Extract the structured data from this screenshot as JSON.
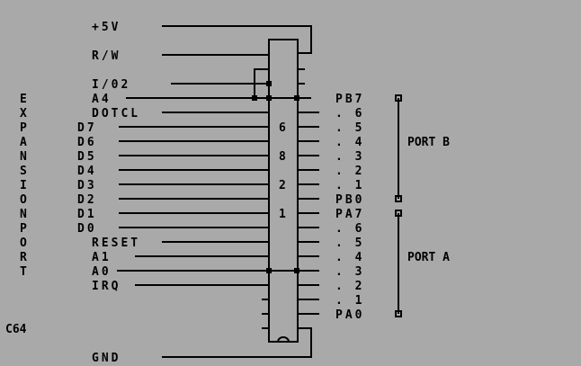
{
  "expansion_port_letters": [
    "E",
    "X",
    "P",
    "A",
    "N",
    "S",
    "I",
    "O",
    "N",
    "P",
    "O",
    "R",
    "T"
  ],
  "left_signals": [
    "+5V",
    "R/W",
    "I/02",
    "A4",
    "DOTCL",
    "D7",
    "D6",
    "D5",
    "D4",
    "D3",
    "D2",
    "D1",
    "D0",
    "RESET",
    "A1",
    "A0",
    "IRQ",
    "GND"
  ],
  "c64_label": "C64",
  "chip_digits": [
    "6",
    "8",
    "2",
    "1"
  ],
  "port_b_pins": [
    "PB7",
    ". 6",
    ". 5",
    ". 4",
    ". 3",
    ". 2",
    ". 1",
    "PB0"
  ],
  "port_a_pins": [
    "PA7",
    ". 6",
    ". 5",
    ". 4",
    ". 3",
    ". 2",
    ". 1",
    "PA0"
  ],
  "port_b_label": "PORT B",
  "port_a_label": "PORT A",
  "colors": {
    "background": "#a9a9a9",
    "ink": "#000000"
  }
}
